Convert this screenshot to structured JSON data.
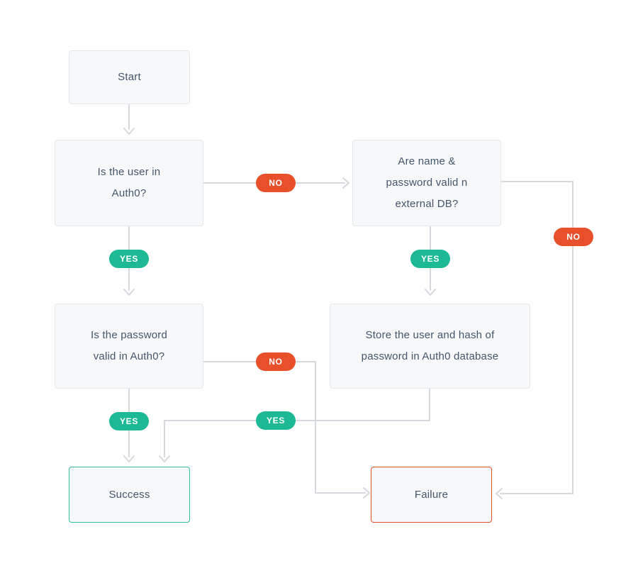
{
  "diagram": {
    "description": "Auth0 user authentication migration flowchart",
    "nodes": {
      "start": "Start",
      "user_in_auth0": "Is the user in\nAuth0?",
      "external_db": "Are name &\npassword valid n\nexternal DB?",
      "password_valid": "Is the password\nvalid in Auth0?",
      "store_user": "Store the user and hash of\npassword in Auth0 database",
      "success": "Success",
      "failure": "Failure"
    },
    "badges": {
      "no_user_to_external": "NO",
      "yes_user_to_password": "YES",
      "yes_external_to_store": "YES",
      "no_external_to_failure": "NO",
      "no_password_to_failure": "NO",
      "yes_store_to_success": "YES",
      "yes_password_to_success": "YES"
    },
    "colors": {
      "yes_badge": "#1db995",
      "no_badge": "#e8502b",
      "success_border": "#2fc09e",
      "failure_border": "#e8502b",
      "connector_line": "#d5d8dc",
      "node_background": "#f7f8f9",
      "node_border": "#e5e8ea",
      "node_text": "#44566c",
      "badge_text": "#ffffff",
      "page_background": "#ffffff"
    }
  }
}
